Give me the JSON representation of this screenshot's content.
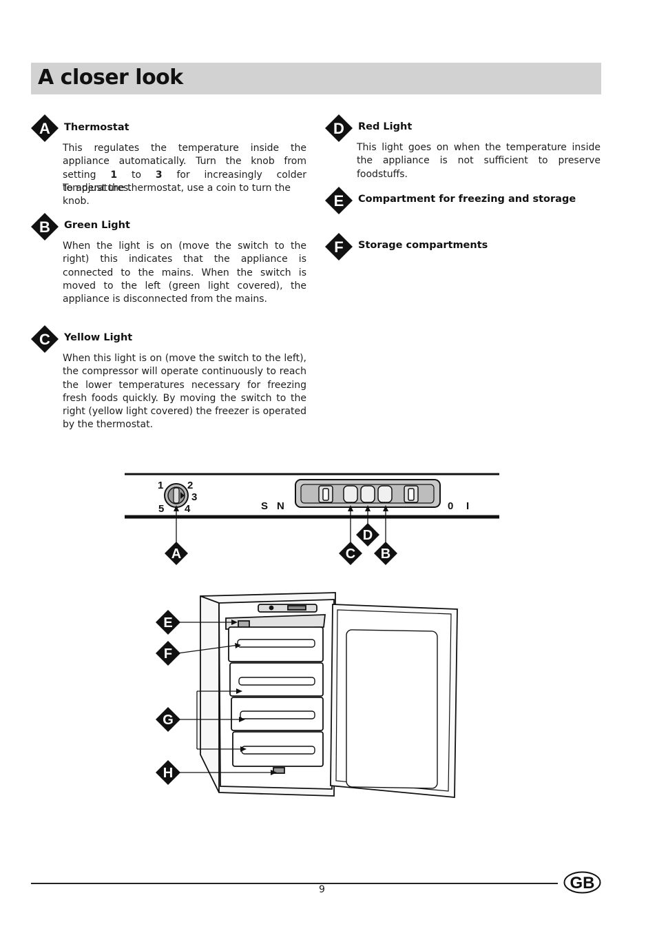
{
  "page": {
    "title": "A closer look",
    "page_number": "9",
    "country_badge": "GB"
  },
  "sections": [
    {
      "letter": "A",
      "title": "Thermostat",
      "body": [
        {
          "t": "This regulates the temperature inside the appliance automatically. Turn the knob from setting "
        },
        {
          "t": "1",
          "b": true
        },
        {
          "t": " to "
        },
        {
          "t": "3",
          "b": true
        },
        {
          "t": " for increasingly colder temperatures."
        }
      ],
      "body2": "To adjust the thermostat, use a coin to turn the knob."
    },
    {
      "letter": "B",
      "title": "Green Light",
      "body": "When the light is on (move the switch to the right) this indicates that the appliance is connected to the mains. When the switch is moved to the left (green light covered), the appliance is disconnected from the mains."
    },
    {
      "letter": "C",
      "title": "Yellow Light",
      "body": "When this light is on (move the switch to the left), the compressor will operate continuously to reach the lower temperatures necessary for freezing fresh foods quickly. By moving the switch to the right (yellow light covered) the freezer is operated by the thermostat."
    },
    {
      "letter": "D",
      "title": "Red Light",
      "body": "This light goes on when the temperature inside the appliance is not sufficient to preserve foodstuffs."
    },
    {
      "letter": "E",
      "title": "Compartment for freezing and storage"
    },
    {
      "letter": "F",
      "title": "Storage compartments"
    }
  ],
  "control_panel": {
    "dial_settings": [
      "1",
      "2",
      "3",
      "4",
      "5"
    ],
    "left_switch_labels": [
      "S",
      "N"
    ],
    "right_switch_labels": [
      "0",
      "I"
    ],
    "callouts": [
      "A",
      "B",
      "C",
      "D"
    ]
  },
  "appliance": {
    "callouts": [
      "E",
      "F",
      "G",
      "H"
    ]
  }
}
